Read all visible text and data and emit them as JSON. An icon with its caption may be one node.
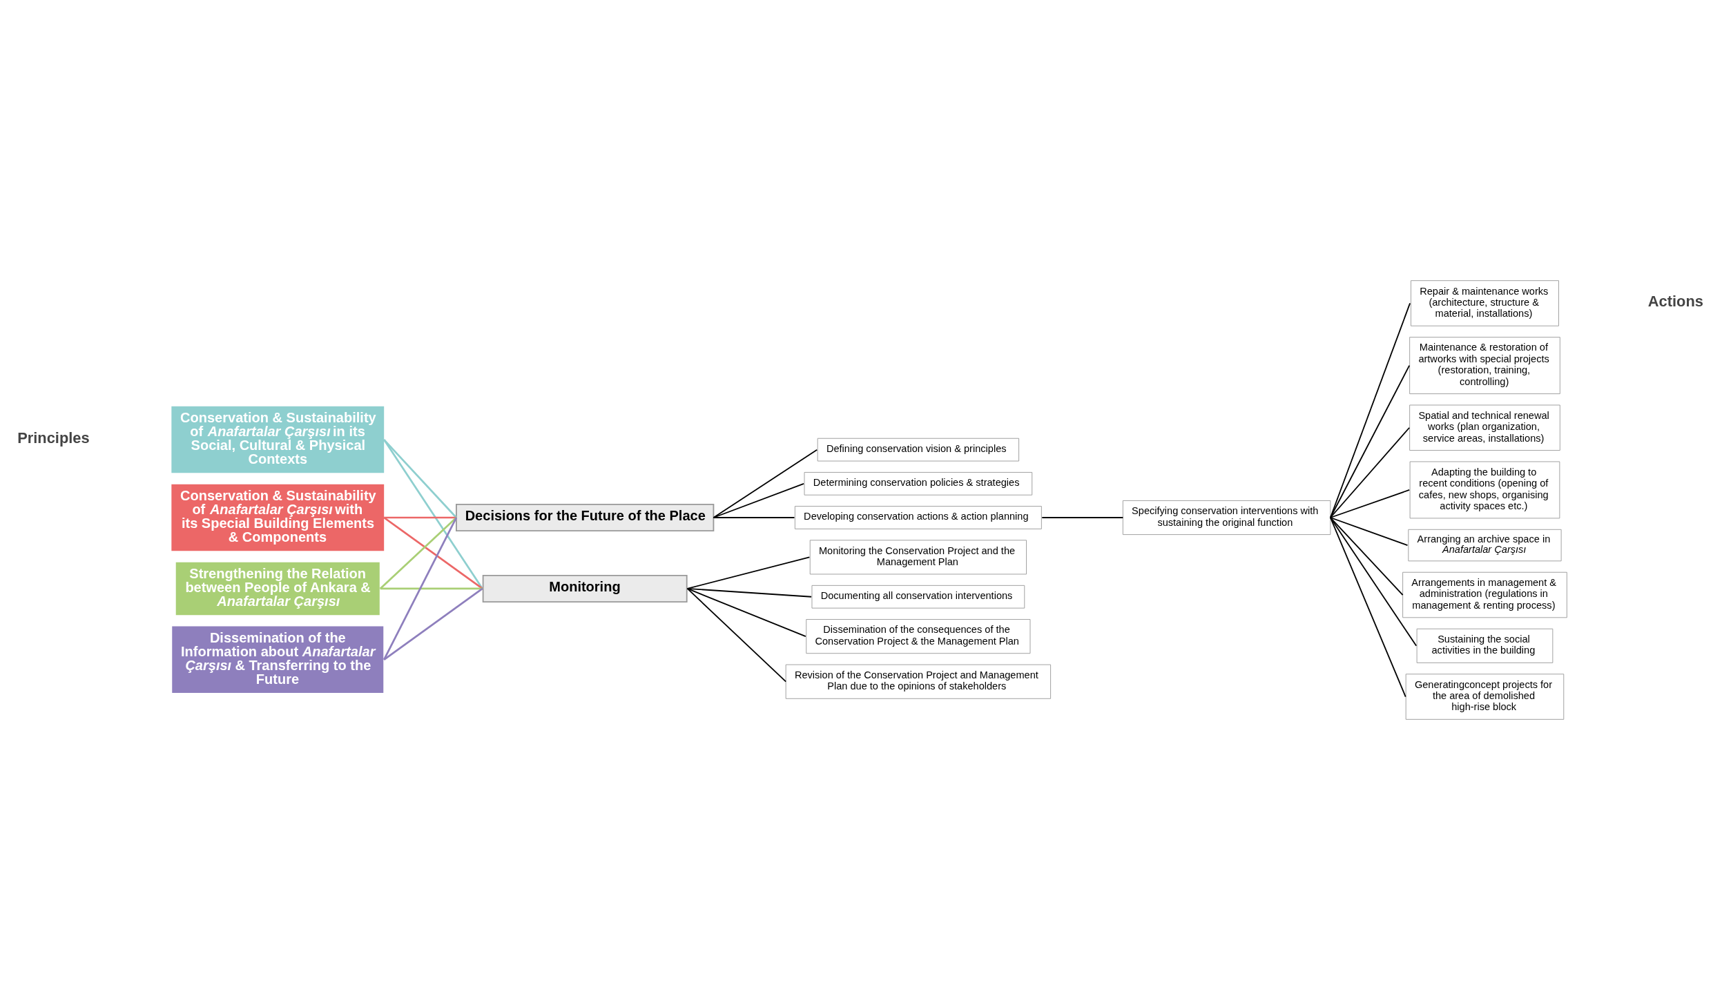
{
  "diagram": {
    "nodes": [
      {
        "text": [
          "Conservation & Sustainability of *Anafartalar Çarşısı* in its Social, Cultural & Physical Contexts"
        ]
      },
      {
        "text": [
          "Conservation & Sustainability of *Anafartalar Çarşısı* with its Special Building Elements & Components"
        ]
      },
      {
        "text": [
          "Strengthening the Relation between People of Ankara & *Anafartalar Çarşısı*"
        ]
      },
      {
        "text": [
          "Dissemination of the Information about *Anafartalar Çarşısı* & Transferring to the Future"
        ]
      },
      {
        "text": [
          "Decisions for the Future of the Place"
        ]
      },
      {
        "text": [
          "Defining conservation vision & principles"
        ]
      },
      {
        "text": [
          "Determining conservation policies & strategies"
        ]
      },
      {
        "text": [
          "Developing conservation actions & action planning"
        ]
      },
      {
        "text": [
          "Specifying conservation interventions with sustaining the original function"
        ]
      },
      {
        "text": [
          "Monitoring"
        ]
      },
      {
        "text": [
          "Monitoring the Conservation Project and the Management Plan"
        ]
      },
      {
        "text": [
          "Documenting all conservation interventions"
        ]
      },
      {
        "text": [
          "Dissemination of the consequences of the Conservation Project & the Management Plan"
        ]
      },
      {
        "text": [
          "Revision of the Conservation Project and Management Plan due to the opinions of stakeholders"
        ]
      },
      {
        "text": [
          "Repair & maintenance works (architecture, structure & material, installations)"
        ]
      },
      {
        "text": [
          "Maintenance & restoration of artworks with special projects (restoration, training, controlling)"
        ]
      },
      {
        "text": [
          "Spatial and technical renewal works (plan organization, service areas, installations)"
        ]
      },
      {
        "text": [
          "Adapting the building to recent conditions (opening of cafes, new shops, organising activity spaces etc.)"
        ]
      },
      {
        "text": [
          "Arranging an archive space in *Anafartalar Çarşısı*"
        ]
      },
      {
        "text": [
          "Arrangements in management & administration (regulations in management & renting process)"
        ]
      },
      {
        "text": [
          "Sustaining the social activities in the building"
        ]
      },
      {
        "text": [
          "Generatingconcept projects for the area of demolished high-rise block"
        ]
      }
    ],
    "edges": [
      {
        "from": 0,
        "to": 4,
        "arrow": "none",
        "color": "#8ecfcf"
      },
      {
        "from": 0,
        "to": 9,
        "arrow": "none",
        "color": "#8ecfcf"
      },
      {
        "from": 1,
        "to": 4,
        "arrow": "none",
        "color": "#ec6767"
      },
      {
        "from": 1,
        "to": 9,
        "arrow": "none",
        "color": "#ec6767"
      },
      {
        "from": 2,
        "to": 4,
        "arrow": "none",
        "color": "#a9cf75"
      },
      {
        "from": 2,
        "to": 9,
        "arrow": "none",
        "color": "#a9cf75"
      },
      {
        "from": 3,
        "to": 4,
        "arrow": "none",
        "color": "#8e7fbd"
      },
      {
        "from": 3,
        "to": 9,
        "arrow": "none",
        "color": "#8e7fbd"
      },
      {
        "from": 4,
        "to": 5,
        "arrow": "none"
      },
      {
        "from": 4,
        "to": 6,
        "arrow": "none"
      },
      {
        "from": 4,
        "to": 7,
        "arrow": "none"
      },
      {
        "from": 7,
        "to": 8,
        "arrow": "none"
      },
      {
        "from": 9,
        "to": 10,
        "arrow": "none"
      },
      {
        "from": 9,
        "to": 11,
        "arrow": "none"
      },
      {
        "from": 9,
        "to": 12,
        "arrow": "none"
      },
      {
        "from": 9,
        "to": 13,
        "arrow": "none"
      },
      {
        "from": 8,
        "to": 14,
        "arrow": "none"
      },
      {
        "from": 8,
        "to": 15,
        "arrow": "none"
      },
      {
        "from": 8,
        "to": 16,
        "arrow": "none"
      },
      {
        "from": 8,
        "to": 17,
        "arrow": "none"
      },
      {
        "from": 8,
        "to": 18,
        "arrow": "none"
      },
      {
        "from": 8,
        "to": 19,
        "arrow": "none"
      },
      {
        "from": 8,
        "to": 20,
        "arrow": "none"
      },
      {
        "from": 8,
        "to": 21,
        "arrow": "none"
      }
    ],
    "labels": [
      "Principles",
      "Actions"
    ]
  }
}
